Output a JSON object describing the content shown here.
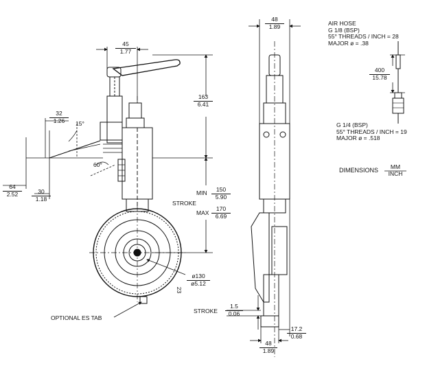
{
  "air_hose_note": {
    "line1": "AIR HOSE",
    "line2": "G 1/8 (BSP)",
    "line3": "55° THREADS / INCH = 28",
    "line4": "MAJOR ø = .38"
  },
  "fitting_note": {
    "line1": "G 1/4 (BSP)",
    "line2": "55° THREADS / INCH = 19",
    "line3": "MAJOR ø = .518"
  },
  "units_legend": {
    "label": "DIMENSIONS",
    "top": "MM",
    "bottom": "INCH"
  },
  "dims": {
    "top_width": {
      "mm": "45",
      "inch": "1.77"
    },
    "height_163": {
      "mm": "163",
      "inch": "6.41"
    },
    "offset_32": {
      "mm": "32",
      "inch": "1.26"
    },
    "angle_15": "15°",
    "angle_60": "60°",
    "left_64": {
      "mm": "64",
      "inch": "2.52"
    },
    "left_30": {
      "mm": "30",
      "inch": "1.18"
    },
    "stroke_min": {
      "prefix": "MIN",
      "mm": "150",
      "inch": "5.90"
    },
    "stroke_label": "STROKE",
    "stroke_max": {
      "prefix": "MAX",
      "mm": "170",
      "inch": "6.69"
    },
    "wheel_dia": {
      "mm": "ø130",
      "inch": "ø5.12"
    },
    "side_top": {
      "mm": "48",
      "inch": "1.89"
    },
    "hose_len": {
      "mm": "400",
      "inch": "15.78"
    },
    "stroke_bottom_label": "STROKE",
    "stroke_bottom": {
      "mm": "1.5",
      "inch": "0.06"
    },
    "side_bottom": {
      "mm": "48",
      "inch": "1.89"
    },
    "offset_172": {
      "mm": "17.2",
      "inch": "0.68"
    }
  },
  "optional_tab_label": "OPTIONAL ES TAB",
  "wheel_mark": "23"
}
